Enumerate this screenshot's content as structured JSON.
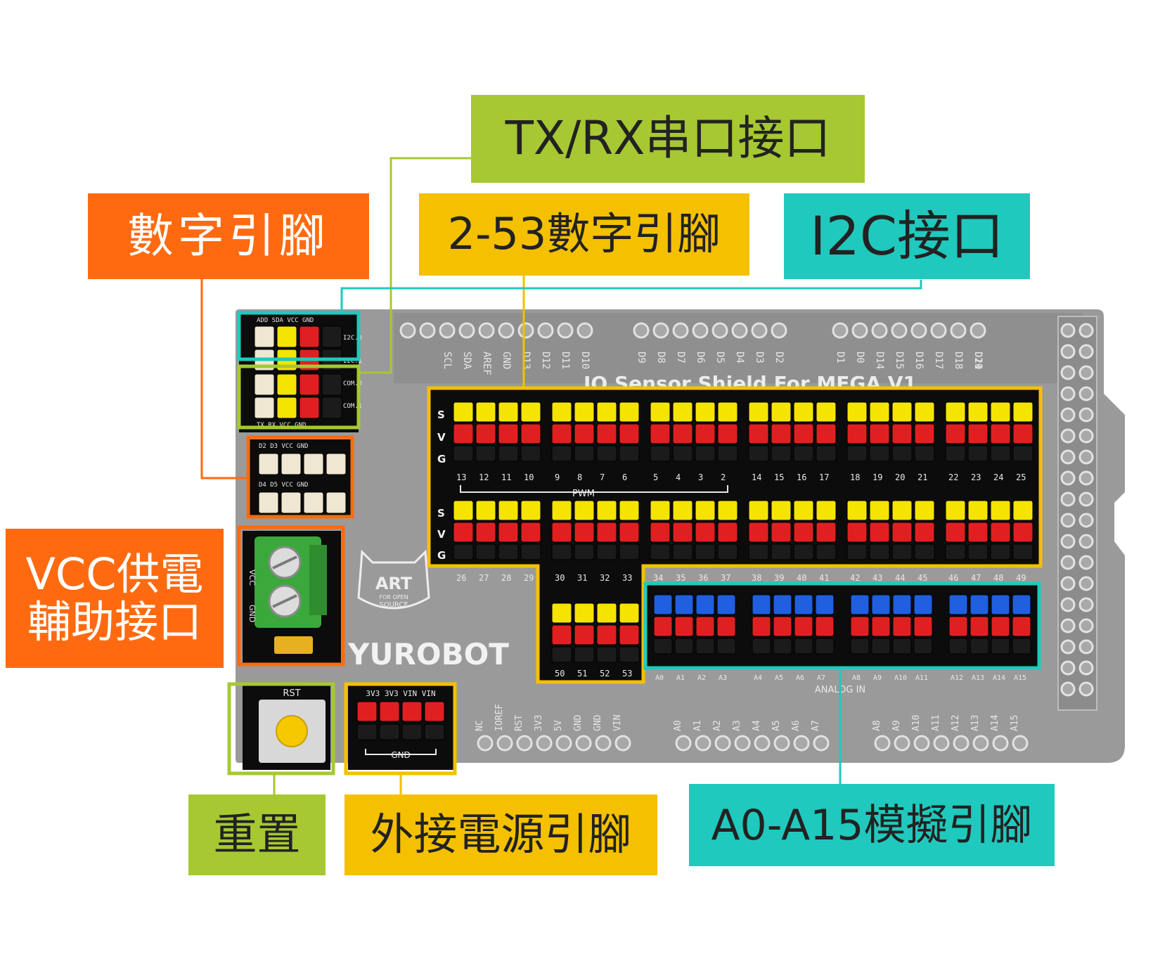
{
  "callouts": {
    "txrx": "TX/RX串口接口",
    "digital": "數字引腳",
    "digital_2_53": "2-53數字引腳",
    "i2c": "I2C接口",
    "vcc_line1": "VCC供電",
    "vcc_line2": "輔助接口",
    "reset": "重置",
    "ext_power": "外接電源引腳",
    "analog": "A0-A15模擬引腳"
  },
  "board": {
    "title": "IO Sensor Shield For MEGA V1",
    "brand": "YUROBOT",
    "art_logo_line1": "ART",
    "art_logo_line2": "FOR OPEN",
    "art_logo_line3": "SOURCE",
    "row_labels": [
      "S",
      "V",
      "G"
    ],
    "pwm_label": "PWM",
    "analog_in_label": "ANALOG IN",
    "rst_label": "RST",
    "gnd_label": "GND",
    "power_pins_label": "3V3 3V3 VIN VIN",
    "i2c_header_label": "ADD SDA VCC GND",
    "serial_header_label": "TX RX VCC GND",
    "i2c_rows": [
      "I2C.0",
      "I2C.1"
    ],
    "com_rows": [
      "COM.0",
      "COM.1"
    ],
    "digital_small_top": "D2 D3 VCC GND",
    "digital_small_bottom": "D4 D5 VCC GND",
    "terminal_labels": [
      "VCC",
      "GND"
    ],
    "top_header_labels": [
      "SCL",
      "SDA",
      "AREF",
      "GND",
      "D13",
      "D12",
      "D11",
      "D10",
      "D9",
      "D8",
      "D7",
      "D6",
      "D5",
      "D4",
      "D3",
      "D2",
      "D1",
      "D0",
      "D14",
      "D15",
      "D16",
      "D17",
      "D18",
      "D19",
      "D20",
      "D21"
    ],
    "bottom_power_labels": [
      "NC",
      "IOREF",
      "RST",
      "3V3",
      "5V",
      "GND",
      "GND",
      "VIN"
    ],
    "bottom_analog_labels": [
      "A0",
      "A1",
      "A2",
      "A3",
      "A4",
      "A5",
      "A6",
      "A7",
      "A8",
      "A9",
      "A10",
      "A11",
      "A12",
      "A13",
      "A14",
      "A15"
    ],
    "upper_row_numbers": [
      "13",
      "12",
      "11",
      "10",
      "9",
      "8",
      "7",
      "6",
      "5",
      "4",
      "3",
      "2",
      "14",
      "15",
      "16",
      "17",
      "18",
      "19",
      "20",
      "21",
      "22",
      "23",
      "24",
      "25"
    ],
    "middle_row_numbers": [
      "26",
      "27",
      "28",
      "29",
      "30",
      "31",
      "32",
      "33",
      "34",
      "35",
      "36",
      "37",
      "38",
      "39",
      "40",
      "41",
      "42",
      "43",
      "44",
      "45",
      "46",
      "47",
      "48",
      "49"
    ],
    "lower_digital_numbers": [
      "50",
      "51",
      "52",
      "53"
    ],
    "analog_numbers": [
      "A0",
      "A1",
      "A2",
      "A3",
      "A4",
      "A5",
      "A6",
      "A7",
      "A8",
      "A9",
      "A10",
      "A11",
      "A12",
      "A13",
      "A14",
      "A15"
    ]
  },
  "colors": {
    "green": "#a6c832",
    "yellow": "#f4c000",
    "teal": "#1fc9bd",
    "orange": "#ff6a10",
    "board": "#9a9a9a",
    "pcb_black": "#0c0c0c",
    "pin_yellow": "#f5e400",
    "pin_red": "#e02020",
    "pin_blue": "#1f5fe0",
    "pin_white": "#efe7d2",
    "terminal_green": "#3aa83a"
  }
}
